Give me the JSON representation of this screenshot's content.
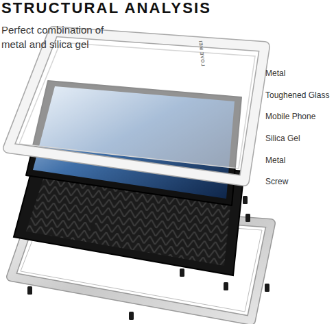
{
  "diagram": {
    "title": "STRUCTURAL ANALYSIS",
    "labels": [
      "Perfect combination of metal and silica gel",
      "Metal",
      "Toughened Glass",
      "Mobile Phone",
      "Silica Gel",
      "Metal",
      "Screw",
      "LOVE MEI"
    ]
  }
}
